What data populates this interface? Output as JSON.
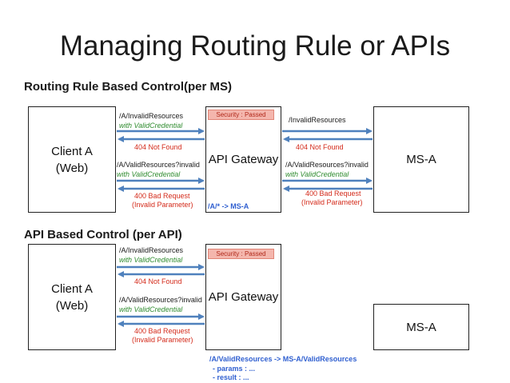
{
  "title": "Managing Routing Rule or APIs",
  "section1": {
    "heading": "Routing Rule Based Control(per MS)",
    "client_label": "Client A\n(Web)",
    "gateway_label": "API Gateway",
    "ms_label": "MS-A",
    "security_badge": "Security : Passed",
    "client_gateway": {
      "req1_path": "/A/InvalidResources",
      "req1_cred": "with ValidCredential",
      "resp1": "404 Not Found",
      "req2_path": "/A/ValidResources?invalid",
      "req2_cred": "with ValidCredential",
      "resp2_line1": "400 Bad Request",
      "resp2_line2": "(Invalid Parameter)"
    },
    "gateway_ms": {
      "req1_path": "/InvalidResources",
      "resp1": "404 Not Found",
      "req2_path": "/A/ValidResources?invalid",
      "req2_cred": "with ValidCredential",
      "resp2_line1": "400 Bad Request",
      "resp2_line2": "(Invalid Parameter)"
    },
    "routing_rule": "/A/* -> MS-A"
  },
  "section2": {
    "heading": "API Based Control (per API)",
    "client_label": "Client A\n(Web)",
    "gateway_label": "API Gateway",
    "ms_label": "MS-A",
    "security_badge": "Security : Passed",
    "client_gateway": {
      "req1_path": "/A/InvalidResources",
      "req1_cred": "with ValidCredential",
      "resp1": "404 Not Found",
      "req2_path": "/A/ValidResources?invalid",
      "req2_cred": "with ValidCredential",
      "resp2_line1": "400 Bad Request",
      "resp2_line2": "(Invalid Parameter)"
    },
    "api_rule_line1": "/A/ValidResources -> MS-A/ValidResources",
    "api_rule_line2": "- params : ...",
    "api_rule_line3": "- result : ..."
  },
  "colors": {
    "arrow": "#4f81bd",
    "credential_text": "#2e8b2e",
    "error_text": "#d42b1b",
    "rule_text": "#2f5fd0",
    "badge_fill": "#f4b6ad"
  }
}
